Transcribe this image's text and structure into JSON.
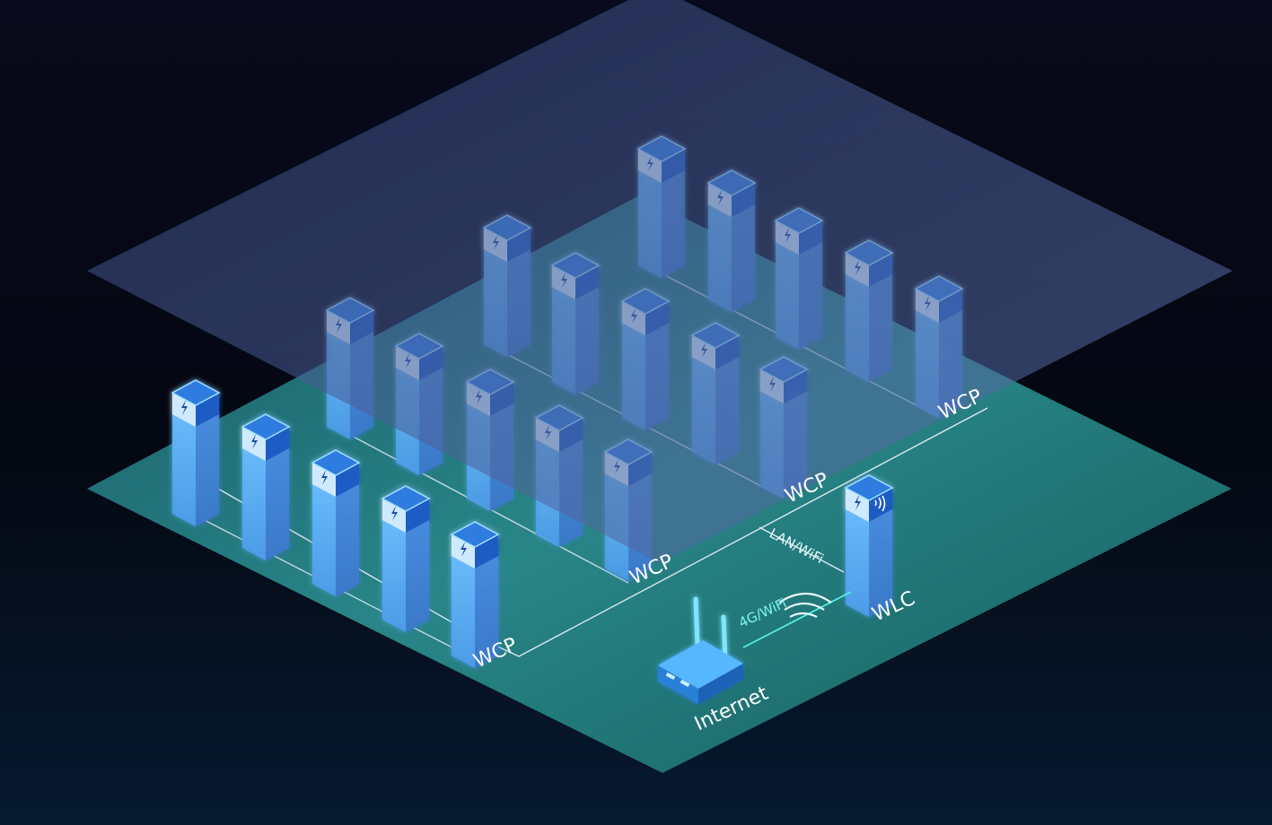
{
  "labels": {
    "wcp_bottom_left": "WCP",
    "wcp_bottom_mid": "WCP",
    "wcp_middle": "WCP",
    "wcp_top_right": "WCP",
    "lan_wifi": "LAN/WiFi",
    "four_g_wifi": "4G/WiFi",
    "wlc": "WLC",
    "internet": "Internet"
  },
  "icons": {
    "pillar_top": "lightning-bolt-icon",
    "wlc_top": "wifi-signal-icon",
    "router": "router-icon",
    "wave": "wireless-wave-icon"
  },
  "colors": {
    "background": "#050816",
    "lower_plane": "#1d7f85",
    "upper_plane": "#4a5e99",
    "pillar_body": "#5aa8ee",
    "pillar_cap": "#1f5fc7",
    "glow": "#7fd3ff",
    "line": "#d9e4ea",
    "cyan_link": "#54f0e6"
  }
}
